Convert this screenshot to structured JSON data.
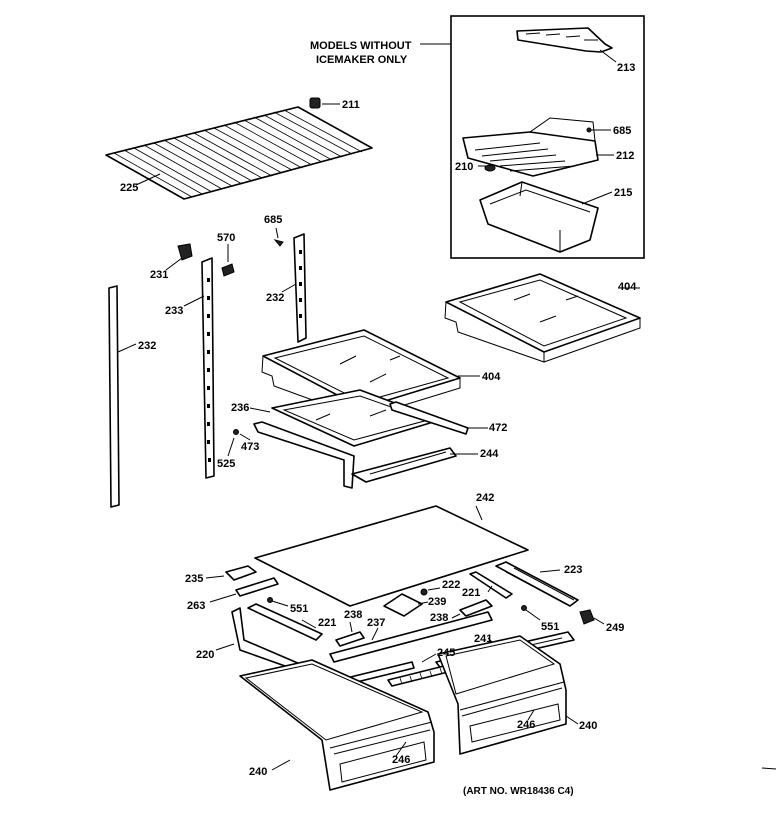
{
  "inset_header": {
    "line1": "MODELS WITHOUT",
    "line2": "ICEMAKER ONLY"
  },
  "art_number": "(ART NO. WR18436 C4)",
  "callouts": {
    "c213": "213",
    "c685a": "685",
    "c212": "212",
    "c210": "210",
    "c215": "215",
    "c211": "211",
    "c225": "225",
    "c685b": "685",
    "c570": "570",
    "c231": "231",
    "c233": "233",
    "c232a": "232",
    "c232b": "232",
    "c404a": "404",
    "c404b": "404",
    "c236": "236",
    "c472": "472",
    "c473": "473",
    "c525": "525",
    "c244": "244",
    "c242": "242",
    "c235": "235",
    "c223": "223",
    "c222": "222",
    "c221a": "221",
    "c263": "263",
    "c551a": "551",
    "c238a": "238",
    "c239": "239",
    "c238b": "238",
    "c249": "249",
    "c221b": "221",
    "c237": "237",
    "c551b": "551",
    "c220": "220",
    "c241": "241",
    "c245": "245",
    "c246a": "246",
    "c240a": "240",
    "c246b": "246",
    "c240b": "240"
  }
}
